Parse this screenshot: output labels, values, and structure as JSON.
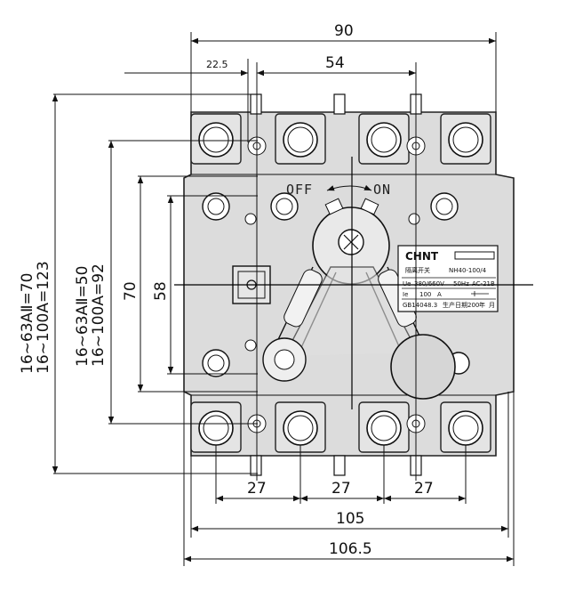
{
  "dimensions": {
    "overall_width": "90",
    "pole_spacing_top": "54",
    "offset_small": "22.5",
    "height_63": "16~63AⅡ=70",
    "height_100": "16~100A=123",
    "inner_63": "16~63AⅡ=50",
    "inner_100": "16~100A=92",
    "mount_70": "70",
    "mount_58": "58",
    "pole_pitch": [
      "27",
      "27",
      "27"
    ],
    "base_105": "105",
    "base_1065": "106.5"
  },
  "switch_labels": {
    "off": "OFF",
    "on": "ON"
  },
  "nameplate": {
    "brand": "CHNT",
    "name": "隔离开关",
    "model": "NH40-100/4",
    "ue_label": "Ue",
    "ue_value": "380/660V",
    "freq": "50Hz",
    "category": "AC-21B",
    "ie_label": "Ie",
    "ie_value": "100",
    "ie_unit": "A",
    "standard": "GB14048.3",
    "date_label": "生产日期",
    "year": "200",
    "year_unit": "年",
    "month_unit": "月"
  }
}
